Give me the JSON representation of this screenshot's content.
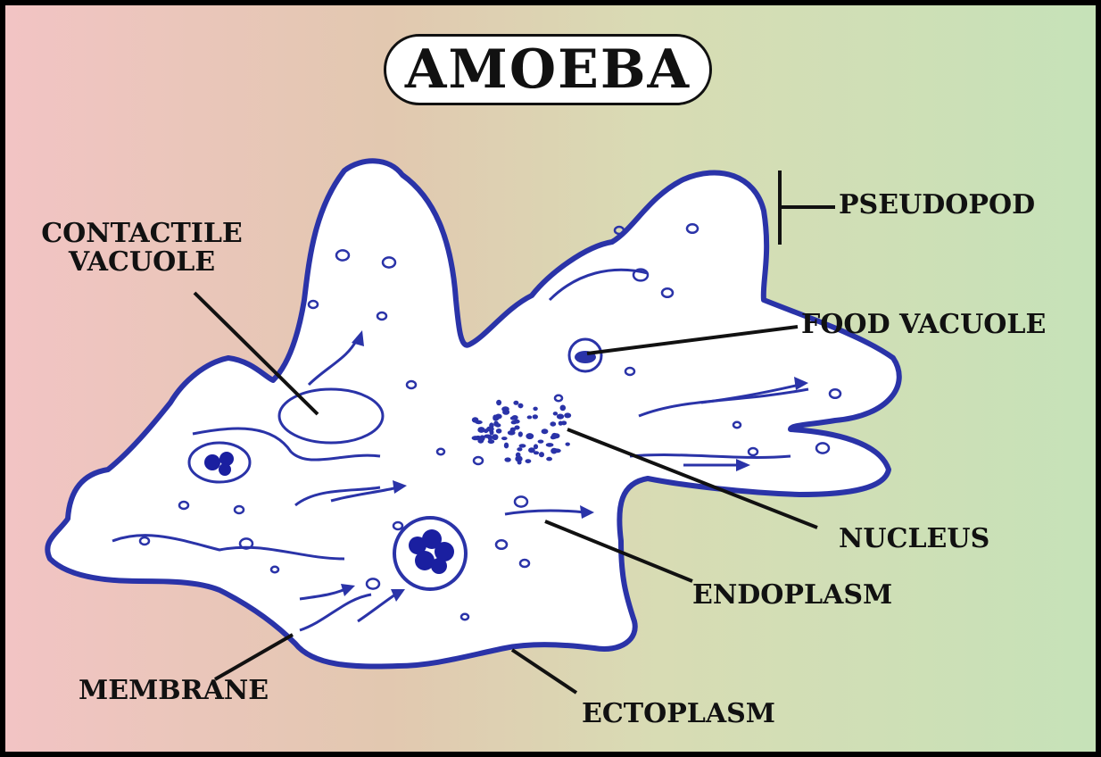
{
  "title": "AMOEBA",
  "labels": {
    "contractile_line1": "CONTACTILE",
    "contractile_line2": "VACUOLE",
    "pseudopod": "PSEUDOPOD",
    "food_vacuole": "FOOD VACUOLE",
    "nucleus": "NUCLEUS",
    "endoplasm": "ENDOPLASM",
    "membrane": "MEMBRANE",
    "ectoplasm": "ECTOPLASM"
  },
  "colors": {
    "outline": "#2a33a8",
    "cell_fill": "#ffffff",
    "leader_line": "#111111",
    "background_left": "#f2c4c4",
    "background_right": "#c6e2b8"
  }
}
